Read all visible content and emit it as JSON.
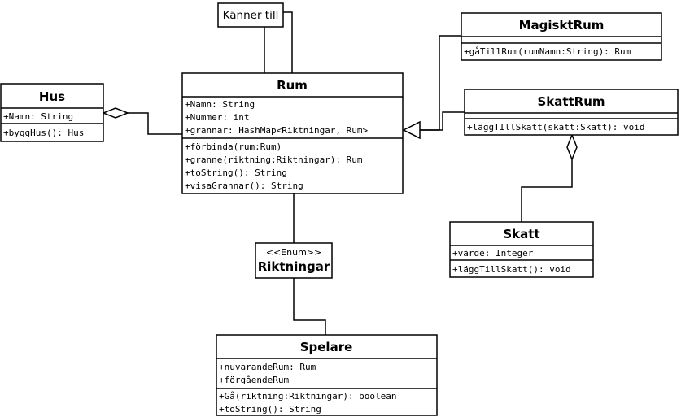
{
  "classes": {
    "hus": {
      "name": "Hus",
      "attributes": [
        "+Namn: String"
      ],
      "methods": [
        "+byggHus(): Hus"
      ]
    },
    "rum": {
      "name": "Rum",
      "attributes": [
        "+Namn: String",
        "+Nummer: int",
        "+grannar: HashMap<Riktningar, Rum>"
      ],
      "methods": [
        "+förbinda(rum:Rum)",
        "+granne(riktning:Riktningar): Rum",
        "+toString(): String",
        "+visaGrannar(): String"
      ]
    },
    "magisktrum": {
      "name": "MagisktRum",
      "attributes": [],
      "methods": [
        "+gåTillRum(rumNamn:String): Rum"
      ]
    },
    "skattrum": {
      "name": "SkattRum",
      "attributes": [],
      "methods": [
        "+läggTIllSkatt(skatt:Skatt): void"
      ]
    },
    "skatt": {
      "name": "Skatt",
      "attributes": [
        "+värde: Integer"
      ],
      "methods": [
        "+läggTillSkatt(): void"
      ]
    },
    "spelare": {
      "name": "Spelare",
      "attributes": [
        "+nuvarandeRum: Rum",
        "+förgåendeRum"
      ],
      "methods": [
        "+Gå(riktning:Riktningar): boolean",
        "+toString(): String"
      ]
    }
  },
  "enum_box": {
    "stereotype": "<<Enum>>",
    "name": "Riktningar"
  },
  "note": {
    "text": "Känner till"
  },
  "relationships": [
    {
      "from": "Hus",
      "to": "Rum",
      "kind": "aggregation"
    },
    {
      "from": "MagisktRum",
      "to": "Rum",
      "kind": "generalization"
    },
    {
      "from": "SkattRum",
      "to": "Rum",
      "kind": "generalization"
    },
    {
      "from": "SkattRum",
      "to": "Skatt",
      "kind": "aggregation"
    },
    {
      "from": "Rum",
      "to": "Riktningar",
      "kind": "association"
    },
    {
      "from": "Riktningar",
      "to": "Spelare",
      "kind": "association"
    },
    {
      "from": "Känner till",
      "to": "Rum",
      "kind": "note-link"
    }
  ]
}
